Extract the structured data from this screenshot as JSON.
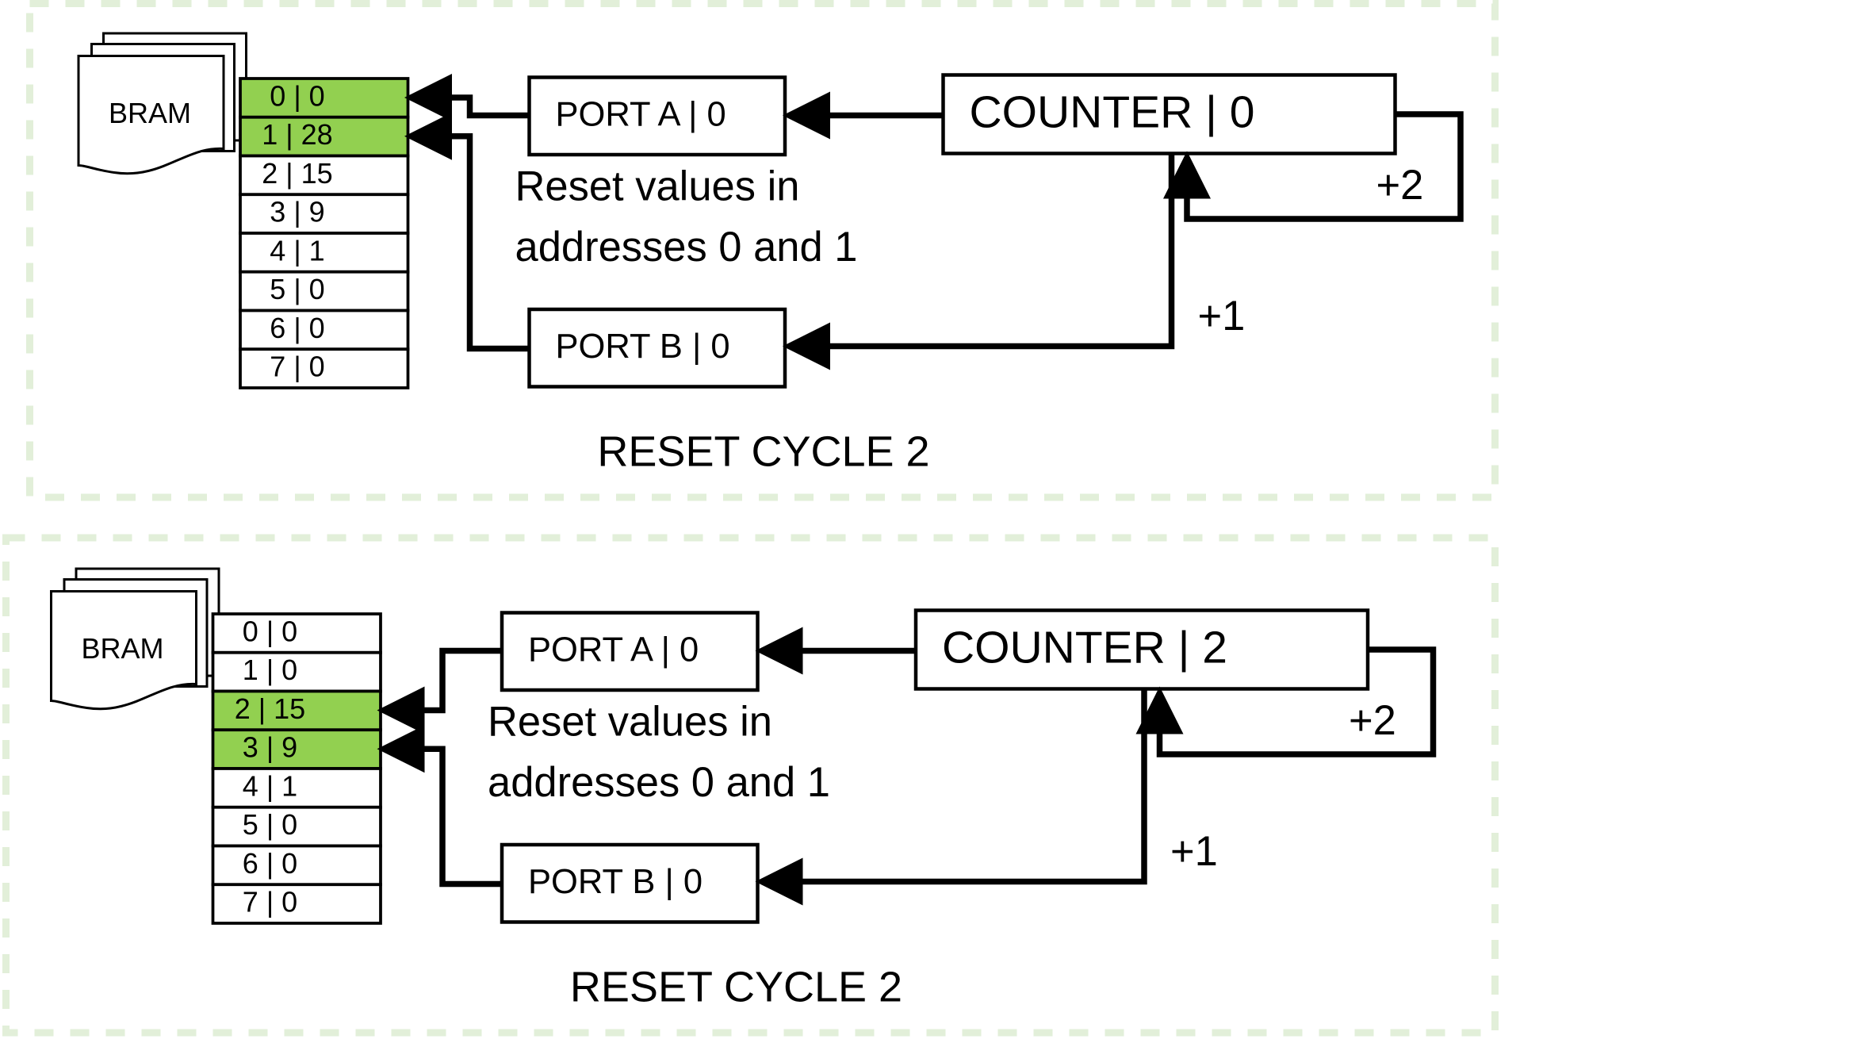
{
  "colors": {
    "highlight": "#92d050",
    "frame": "#e2efd9",
    "stroke": "#000000",
    "background": "#ffffff"
  },
  "panels": [
    {
      "title": "RESET CYCLE 2",
      "bram_label": "BRAM",
      "bram_rows": [
        {
          "text": "0 | 0",
          "highlighted": true
        },
        {
          "text": "1 | 28",
          "highlighted": true
        },
        {
          "text": "2 | 15",
          "highlighted": false
        },
        {
          "text": "3 | 9",
          "highlighted": false
        },
        {
          "text": "4 | 1",
          "highlighted": false
        },
        {
          "text": "5 | 0",
          "highlighted": false
        },
        {
          "text": "6 | 0",
          "highlighted": false
        },
        {
          "text": "7 | 0",
          "highlighted": false
        }
      ],
      "port_a": "PORT A | 0",
      "port_b": "PORT B | 0",
      "counter": "COUNTER | 0",
      "note_line1": "Reset values in",
      "note_line2": "addresses 0 and 1",
      "increment_two": "+2",
      "increment_one": "+1"
    },
    {
      "title": "RESET CYCLE 2",
      "bram_label": "BRAM",
      "bram_rows": [
        {
          "text": "0 | 0",
          "highlighted": false
        },
        {
          "text": "1 | 0",
          "highlighted": false
        },
        {
          "text": "2 | 15",
          "highlighted": true
        },
        {
          "text": "3 | 9",
          "highlighted": true
        },
        {
          "text": "4 | 1",
          "highlighted": false
        },
        {
          "text": "5 | 0",
          "highlighted": false
        },
        {
          "text": "6 | 0",
          "highlighted": false
        },
        {
          "text": "7 | 0",
          "highlighted": false
        }
      ],
      "port_a": "PORT A | 0",
      "port_b": "PORT B | 0",
      "counter": "COUNTER | 2",
      "note_line1": "Reset values in",
      "note_line2": "addresses 0 and 1",
      "increment_two": "+2",
      "increment_one": "+1"
    }
  ]
}
